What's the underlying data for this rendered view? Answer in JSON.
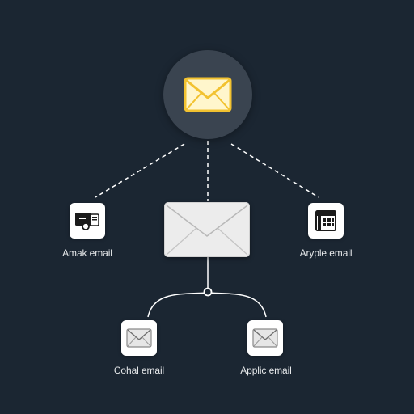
{
  "nodes": {
    "hub": {
      "icon": "envelope-icon"
    },
    "center": {
      "icon": "envelope-icon"
    },
    "left": {
      "label": "Amak email",
      "icon": "mail-device-icon"
    },
    "right": {
      "label": "Aryple email",
      "icon": "calendar-grid-icon"
    },
    "bottom_left": {
      "label": "Cohal email",
      "icon": "envelope-icon"
    },
    "bottom_right": {
      "label": "Applic email",
      "icon": "envelope-icon"
    }
  },
  "colors": {
    "background": "#1b2632",
    "hub_fill": "#3a4450",
    "accent_envelope": "#f2c230",
    "line": "#ffffff",
    "tile": "#ffffff",
    "label": "#e6e8ea"
  }
}
